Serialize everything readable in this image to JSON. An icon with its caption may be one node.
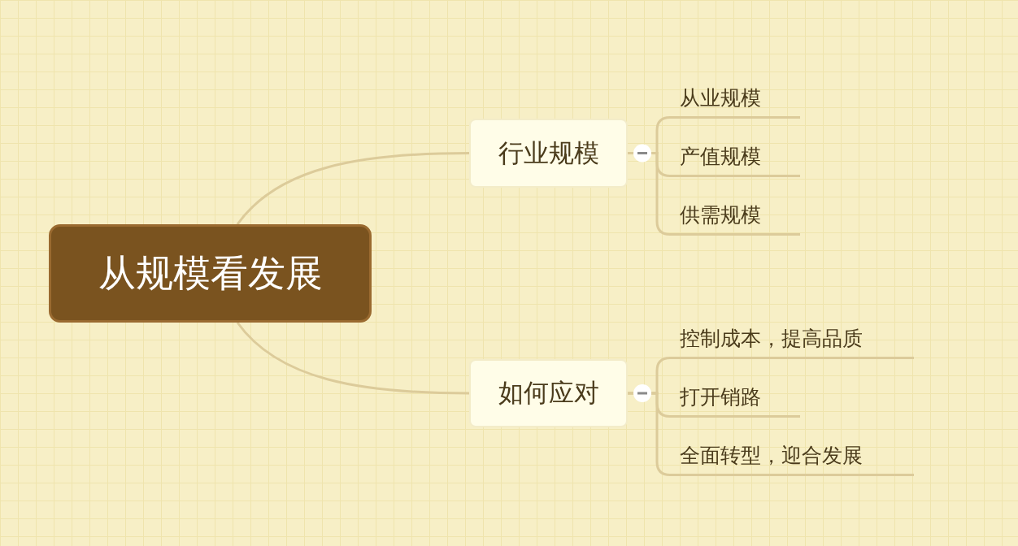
{
  "diagram": {
    "nodes": [
      {
        "text": [
          "从规模看发展"
        ]
      },
      {
        "text": [
          "行业规模"
        ]
      },
      {
        "text": [
          "从业规模"
        ]
      },
      {
        "text": [
          "产值规模"
        ]
      },
      {
        "text": [
          "供需规模"
        ]
      },
      {
        "text": [
          "如何应对"
        ]
      },
      {
        "text": [
          "控制成本，提高品质"
        ]
      },
      {
        "text": [
          "打开销路"
        ]
      },
      {
        "text": [
          "全面转型，迎合发展"
        ]
      }
    ],
    "edges": [
      {
        "from": 0,
        "to": 1,
        "arrow": "none"
      },
      {
        "from": 0,
        "to": 5,
        "arrow": "none"
      },
      {
        "from": 1,
        "to": 2,
        "arrow": "none"
      },
      {
        "from": 1,
        "to": 3,
        "arrow": "none"
      },
      {
        "from": 1,
        "to": 4,
        "arrow": "none"
      },
      {
        "from": 5,
        "to": 6,
        "arrow": "none"
      },
      {
        "from": 5,
        "to": 7,
        "arrow": "none"
      },
      {
        "from": 5,
        "to": 8,
        "arrow": "none"
      }
    ]
  }
}
